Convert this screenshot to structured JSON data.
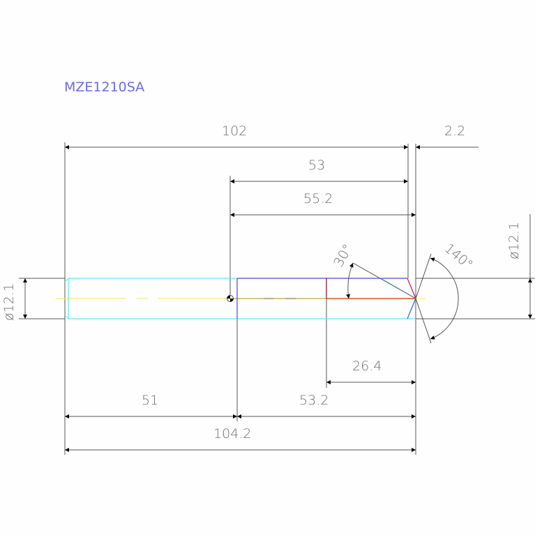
{
  "drawing": {
    "part_number": "MZE1210SA",
    "colors": {
      "background": "#fdfefd",
      "dimension": "#555555",
      "dimension_text": "#6e6e6e",
      "title": "#6a6af0",
      "body_outline_left": "#55eeff",
      "body_outline_right": "#4848dd",
      "centerline": "#f4f070",
      "section_line": "#c8101e",
      "drill_line": "#e85020"
    },
    "dimensions": {
      "overall_to_shoulder": "102",
      "tip_offset": "2.2",
      "shank_to_shoulder": "53",
      "shank_to_tip": "55.2",
      "flute_length": "26.4",
      "left_segment": "51",
      "right_segment": "53.2",
      "overall_length": "104.2",
      "diameter_left": "ø12.1",
      "diameter_right": "ø12.1",
      "helix_angle": "30°",
      "point_angle": "140°"
    }
  }
}
